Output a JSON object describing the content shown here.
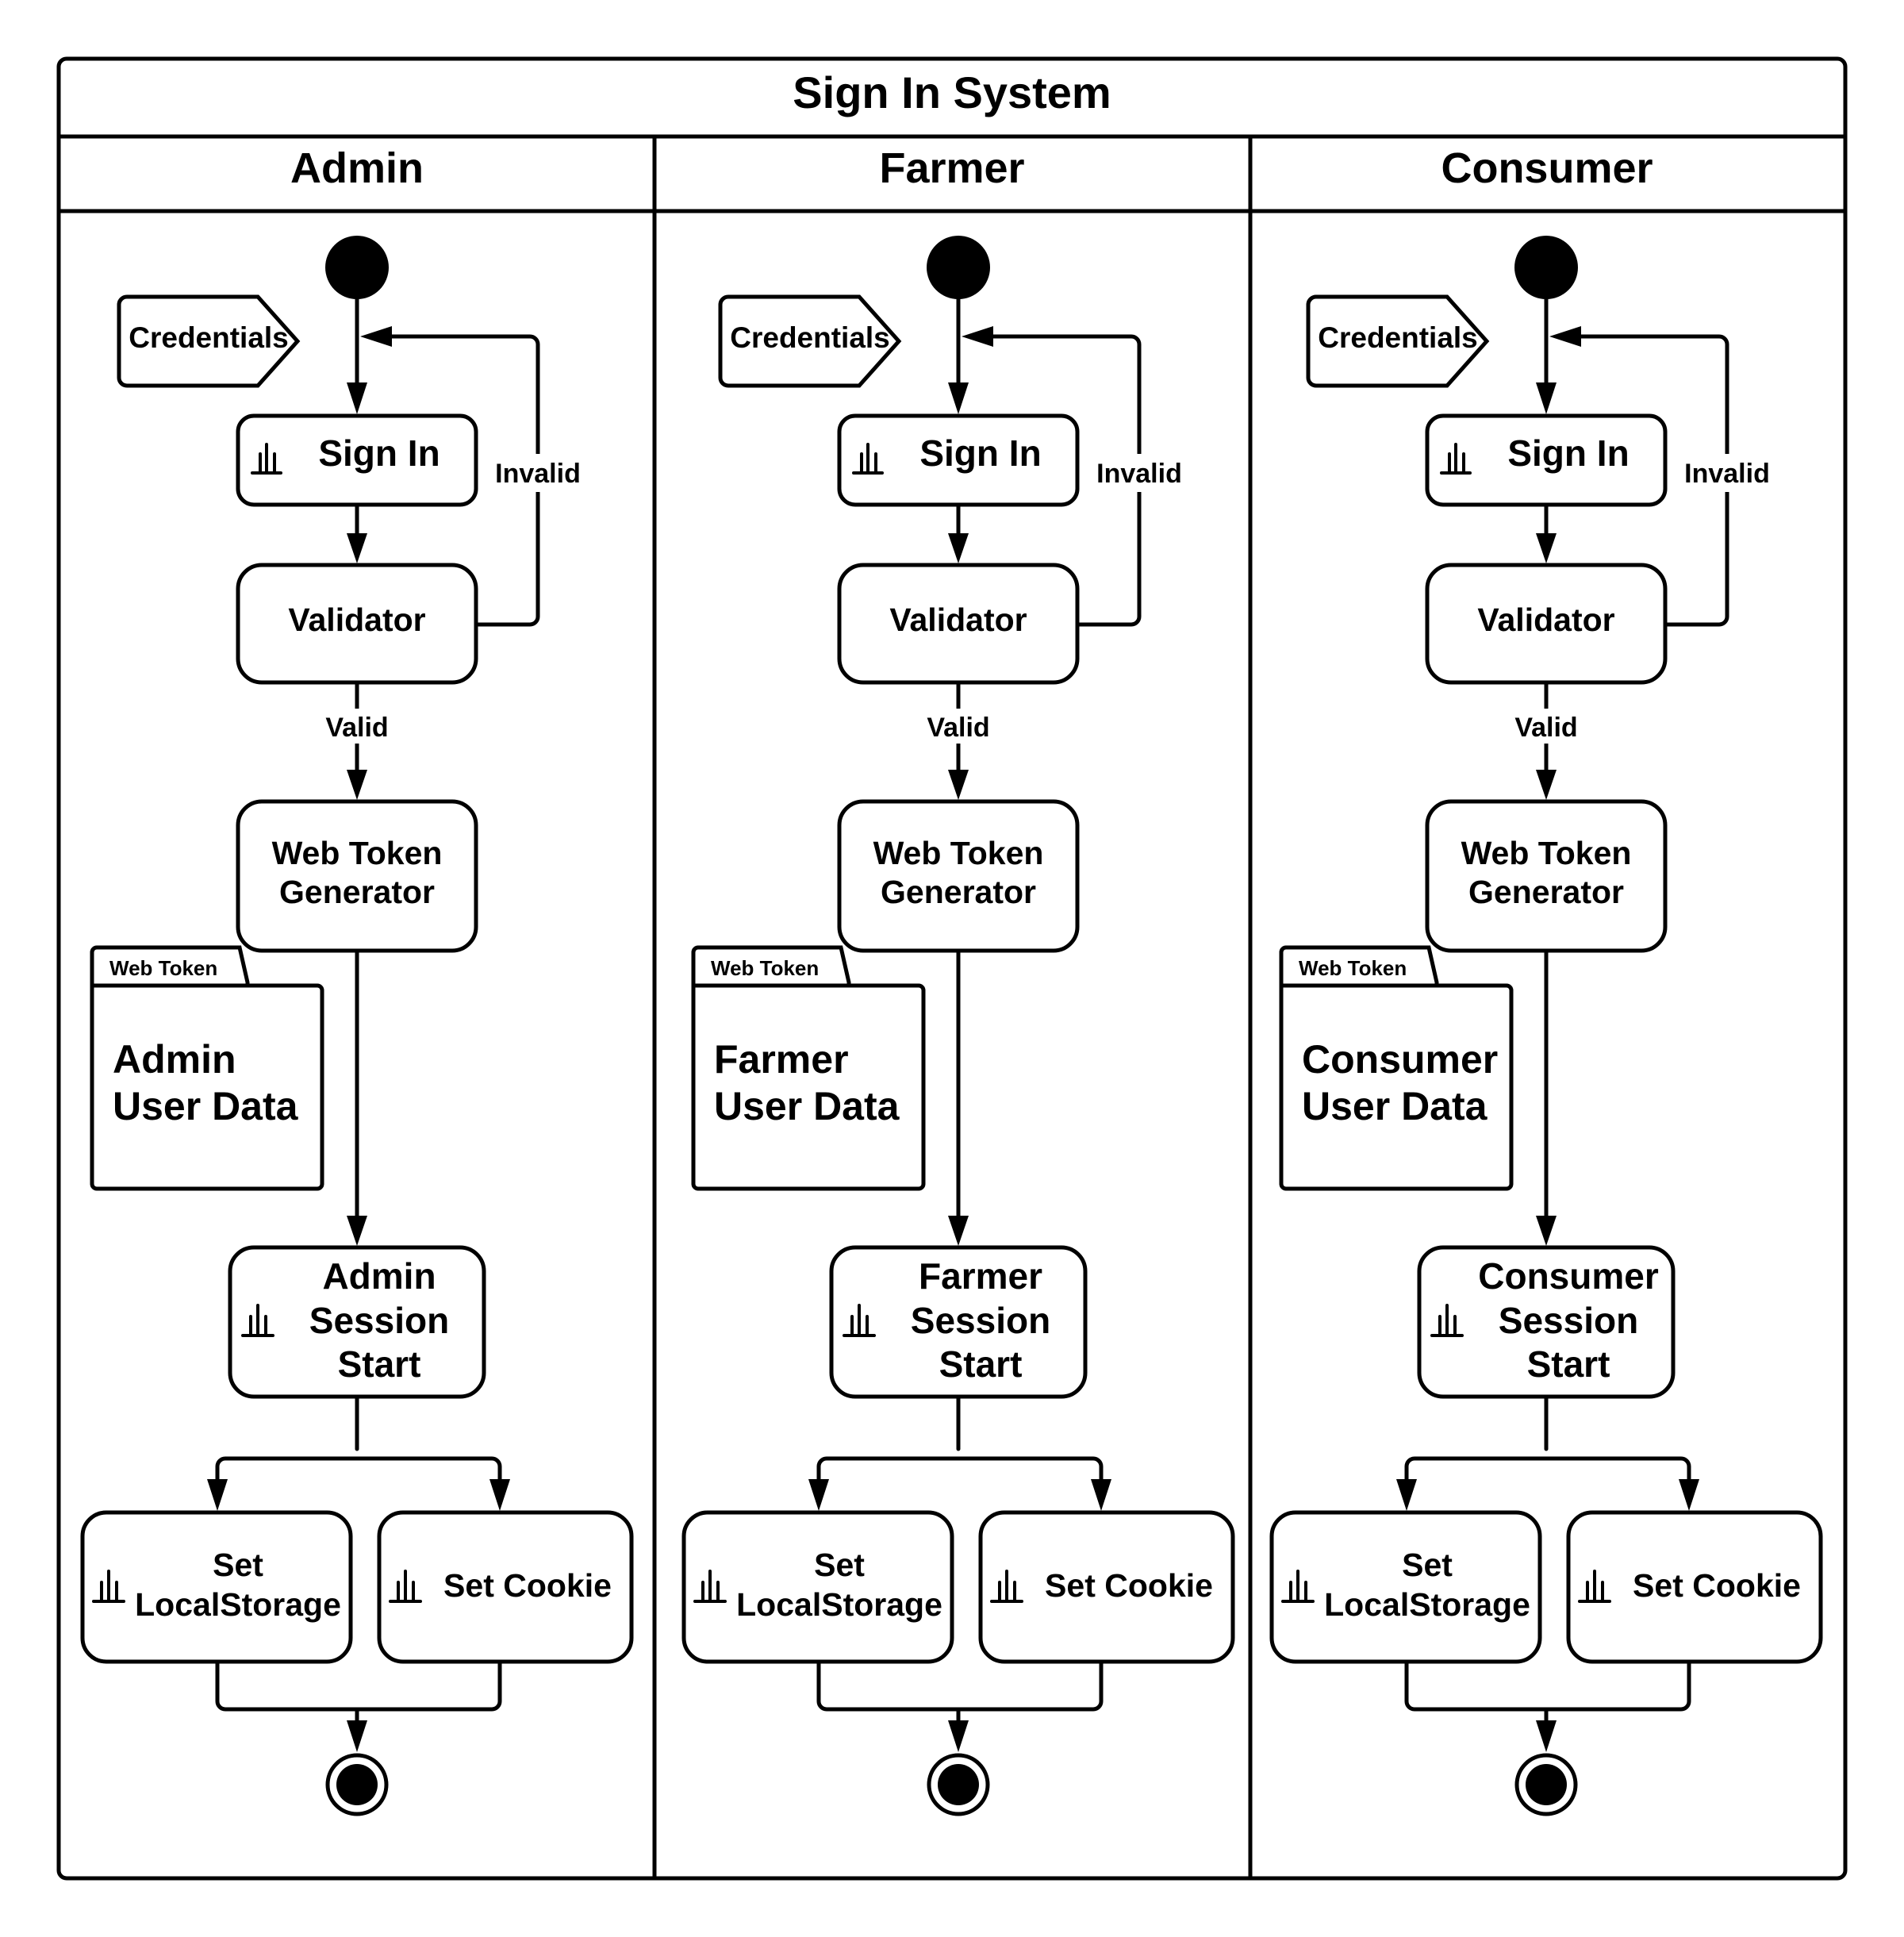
{
  "diagram": {
    "title": "Sign In System",
    "lanes": [
      {
        "name": "Admin",
        "credentials": "Credentials",
        "sign_in": "Sign In",
        "validator": "Validator",
        "invalid_label": "Invalid",
        "valid_label": "Valid",
        "token_generator_line1": "Web Token",
        "token_generator_line2": "Generator",
        "package_tab": "Web Token",
        "package_line1": "Admin",
        "package_line2": "User Data",
        "session_line1": "Admin",
        "session_line2": "Session",
        "session_line3": "Start",
        "local_storage_line1": "Set",
        "local_storage_line2": "LocalStorage",
        "set_cookie": "Set Cookie"
      },
      {
        "name": "Farmer",
        "credentials": "Credentials",
        "sign_in": "Sign In",
        "validator": "Validator",
        "invalid_label": "Invalid",
        "valid_label": "Valid",
        "token_generator_line1": "Web Token",
        "token_generator_line2": "Generator",
        "package_tab": "Web Token",
        "package_line1": "Farmer",
        "package_line2": "User Data",
        "session_line1": "Farmer",
        "session_line2": "Session",
        "session_line3": "Start",
        "local_storage_line1": "Set",
        "local_storage_line2": "LocalStorage",
        "set_cookie": "Set Cookie"
      },
      {
        "name": "Consumer",
        "credentials": "Credentials",
        "sign_in": "Sign In",
        "validator": "Validator",
        "invalid_label": "Invalid",
        "valid_label": "Valid",
        "token_generator_line1": "Web Token",
        "token_generator_line2": "Generator",
        "package_tab": "Web Token",
        "package_line1": "Consumer",
        "package_line2": "User Data",
        "session_line1": "Consumer",
        "session_line2": "Session",
        "session_line3": "Start",
        "local_storage_line1": "Set",
        "local_storage_line2": "LocalStorage",
        "set_cookie": "Set Cookie"
      }
    ]
  }
}
